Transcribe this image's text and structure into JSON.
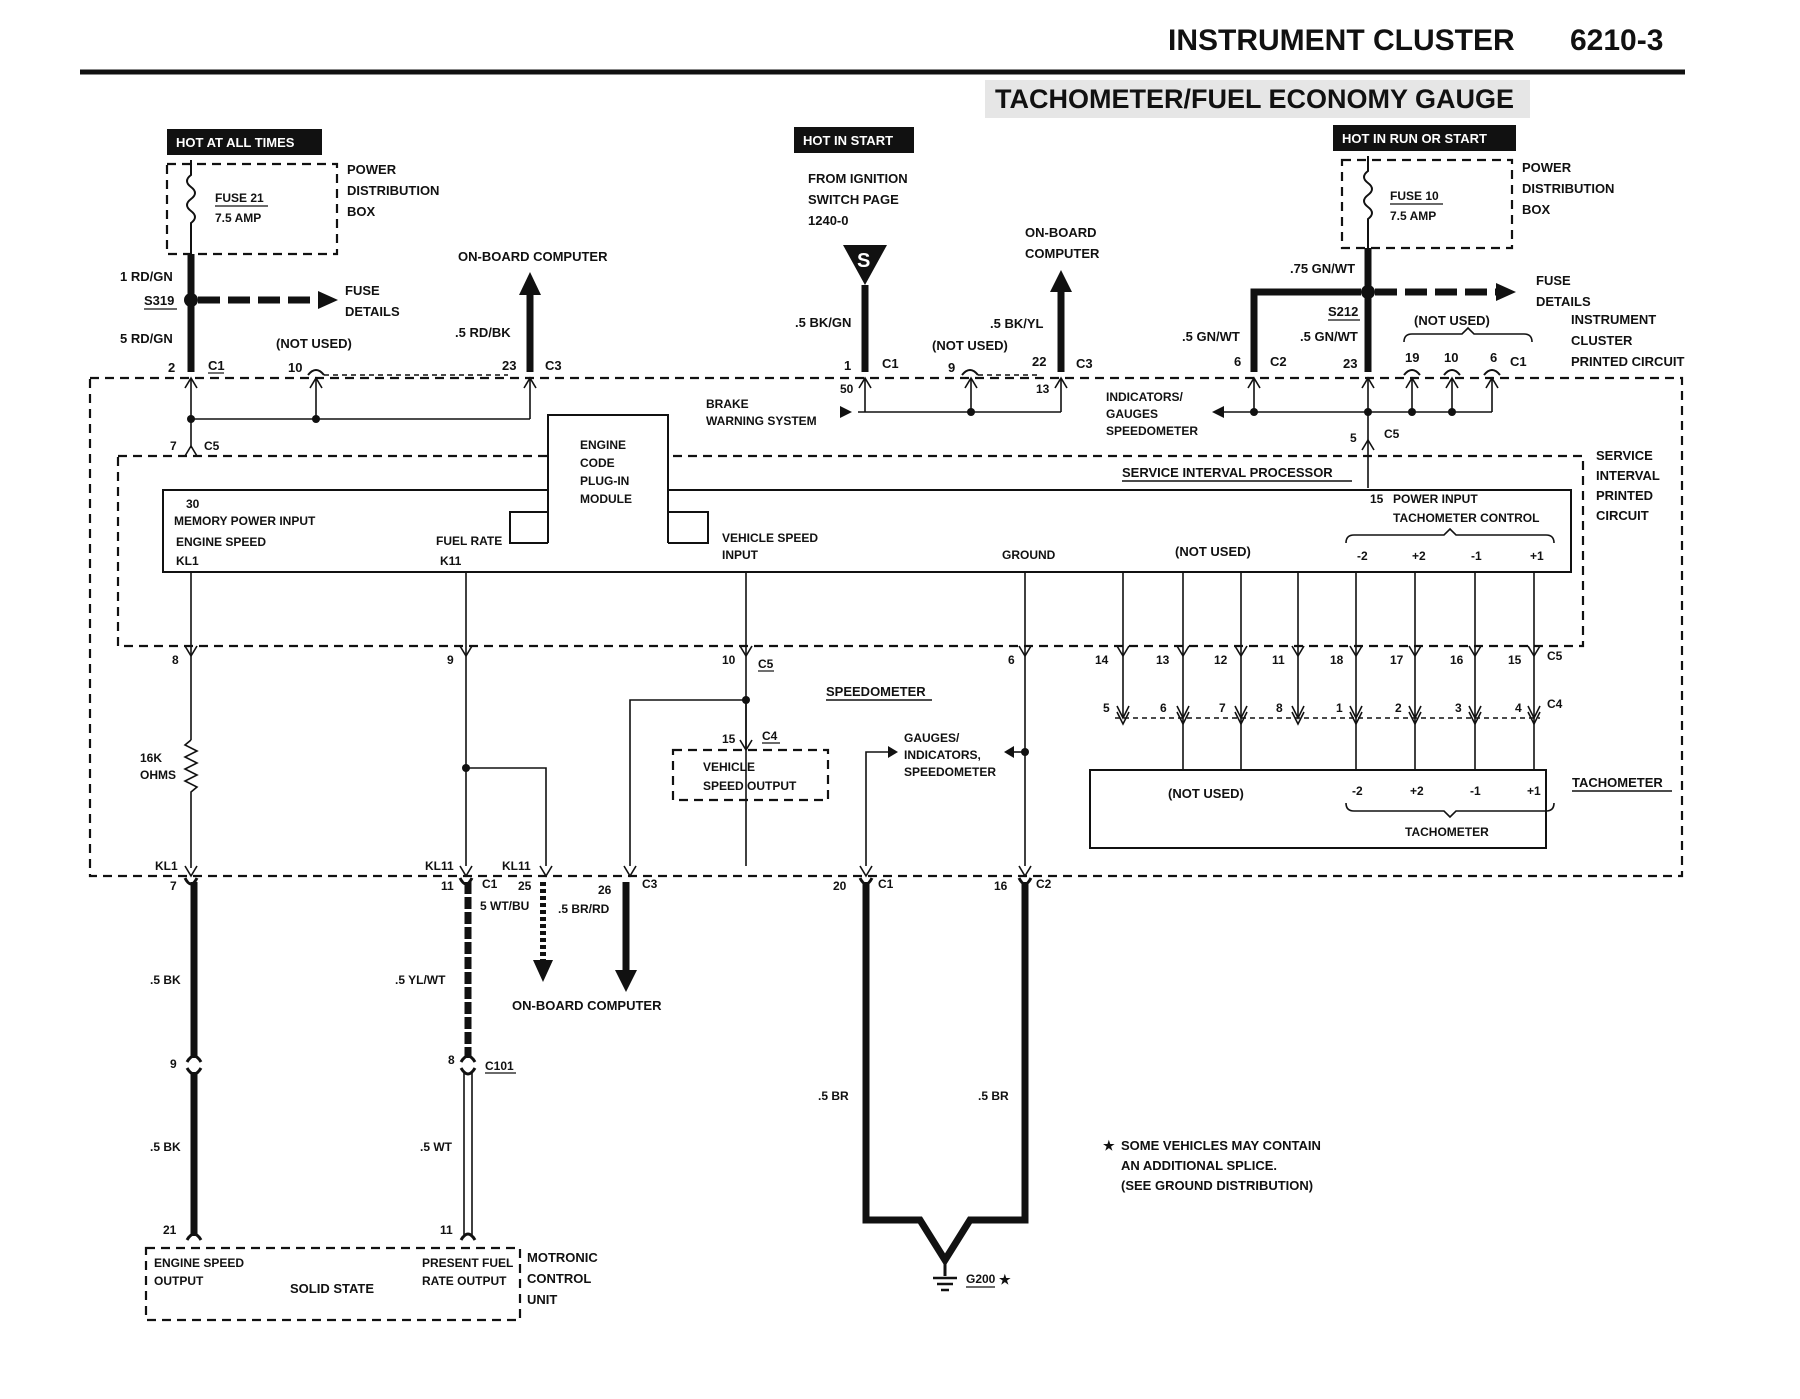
{
  "header": {
    "section": "INSTRUMENT CLUSTER",
    "page": "6210-3",
    "subtitle": "TACHOMETER/FUEL ECONOMY GAUGE"
  },
  "power": {
    "hot_at_all_times": "HOT AT ALL TIMES",
    "hot_in_start": "HOT IN START",
    "hot_in_run_or_start": "HOT IN RUN OR START",
    "fuse21": "FUSE 21",
    "fuse21_amp": "7.5 AMP",
    "fuse10": "FUSE 10",
    "fuse10_amp": "7.5 AMP",
    "pdb_1": "POWER",
    "pdb_2": "DISTRIBUTION",
    "pdb_3": "BOX",
    "from_ign_1": "FROM IGNITION",
    "from_ign_2": "SWITCH PAGE",
    "from_ign_3": "1240-0",
    "s_symbol": "S"
  },
  "wires": {
    "rdgn_1": "1 RD/GN",
    "rdgn_5": "5 RD/GN",
    "rdbk": ".5 RD/BK",
    "bkgn": ".5 BK/GN",
    "bkyl": ".5 BK/YL",
    "gnwt_75": ".75 GN/WT",
    "gnwt_1": ".5 GN/WT",
    "gnwt_2": ".5 GN/WT",
    "wtbu": "5 WT/BU",
    "brrd": ".5 BR/RD",
    "bk_1": ".5 BK",
    "bk_2": ".5 BK",
    "ylwt": ".5 YL/WT",
    "wt": ".5 WT",
    "br_1": ".5 BR",
    "br_2": ".5 BR"
  },
  "splices": {
    "s319": "S319",
    "s212": "S212",
    "g200": "G200",
    "star": "★"
  },
  "labels": {
    "fuse_details_1a": "FUSE",
    "fuse_details_1b": "DETAILS",
    "fuse_details_2a": "FUSE",
    "fuse_details_2b": "DETAILS",
    "not_used_1": "(NOT USED)",
    "not_used_2": "(NOT USED)",
    "not_used_3": "(NOT USED)",
    "not_used_4": "(NOT USED)",
    "not_used_5": "(NOT USED)",
    "obc_top_1": "ON-BOARD COMPUTER",
    "obc_top_2a": "ON-BOARD",
    "obc_top_2b": "COMPUTER",
    "obc_bottom": "ON-BOARD COMPUTER",
    "brake_1": "BRAKE",
    "brake_2": "WARNING SYSTEM",
    "ind_1": "INDICATORS/",
    "ind_2": "GAUGES",
    "ind_3": "SPEEDOMETER",
    "icpc_1": "INSTRUMENT",
    "icpc_2": "CLUSTER",
    "icpc_3": "PRINTED CIRCUIT",
    "sipc_1": "SERVICE",
    "sipc_2": "INTERVAL",
    "sipc_3": "PRINTED",
    "sipc_4": "CIRCUIT",
    "engine_code_1": "ENGINE",
    "engine_code_2": "CODE",
    "engine_code_3": "PLUG-IN",
    "engine_code_4": "MODULE",
    "sip": "SERVICE INTERVAL PROCESSOR",
    "mem_power": "MEMORY POWER INPUT",
    "engine_speed": "ENGINE SPEED",
    "kl1": "KL1",
    "fuel_rate": "FUEL RATE",
    "k11": "K11",
    "vss_1": "VEHICLE SPEED",
    "vss_2": "INPUT",
    "ground": "GROUND",
    "power_input": "POWER INPUT",
    "tach_control": "TACHOMETER CONTROL",
    "pin_30": "30",
    "pin_15": "15",
    "speedometer": "SPEEDOMETER",
    "vso_1": "VEHICLE",
    "vso_2": "SPEED OUTPUT",
    "gauges_1": "GAUGES/",
    "gauges_2": "INDICATORS,",
    "gauges_3": "SPEEDOMETER",
    "tachometer": "TACHOMETER",
    "tachometer_inner": "TACHOMETER",
    "ohms_1": "16K",
    "ohms_2": "OHMS",
    "kl1_b": "KL1",
    "kl11_a": "KL11",
    "kl11_b": "KL11",
    "es_out_1": "ENGINE SPEED",
    "es_out_2": "OUTPUT",
    "solid_state": "SOLID STATE",
    "pf_1": "PRESENT FUEL",
    "pf_2": "RATE OUTPUT",
    "mcu_1": "MOTRONIC",
    "mcu_2": "CONTROL",
    "mcu_3": "UNIT",
    "note_1": "SOME VEHICLES MAY CONTAIN",
    "note_2": "AN ADDITIONAL SPLICE.",
    "note_3": "(SEE GROUND DISTRIBUTION)",
    "c1_a": "C1",
    "c1_b": "C1",
    "c1_c": "C1",
    "c1_d": "C1",
    "c1_e": "C1",
    "c2_a": "C2",
    "c2_b": "C2",
    "c3_a": "C3",
    "c3_b": "C3",
    "c3_c": "C3",
    "c4_a": "C4",
    "c4_b": "C4",
    "c5_a": "C5",
    "c5_b": "C5",
    "c5_c": "C5",
    "c5_d": "C5",
    "c101": "C101"
  },
  "pins": {
    "p2": "2",
    "p10": "10",
    "p23a": "23",
    "p1": "1",
    "p50": "50",
    "p9a": "9",
    "p22": "22",
    "p13a": "13",
    "p6a": "6",
    "p23b": "23",
    "p19": "19",
    "p10b": "10",
    "p6b": "6",
    "p7": "7",
    "p5": "5",
    "p8": "8",
    "p9b": "9",
    "p10c": "10",
    "p6c": "6",
    "p14": "14",
    "p13b": "13",
    "p12": "12",
    "p11": "11",
    "p18": "18",
    "p17": "17",
    "p16": "16",
    "p15": "15",
    "c4_5": "5",
    "c4_6": "6",
    "c4_7": "7",
    "c4_8": "8",
    "c4_1": "1",
    "c4_2": "2",
    "c4_3": "3",
    "c4_4": "4",
    "p15vso": "15",
    "p7b": "7",
    "p11b": "11",
    "p25": "25",
    "p26": "26",
    "p20": "20",
    "p16b": "16",
    "p9c": "9",
    "p8c": "8",
    "p21": "21",
    "p11c": "11"
  },
  "tach_terms": {
    "m2a": "-2",
    "p2a": "+2",
    "m1a": "-1",
    "p1a": "+1",
    "m2b": "-2",
    "p2b": "+2",
    "m1b": "-1",
    "p1b": "+1"
  }
}
